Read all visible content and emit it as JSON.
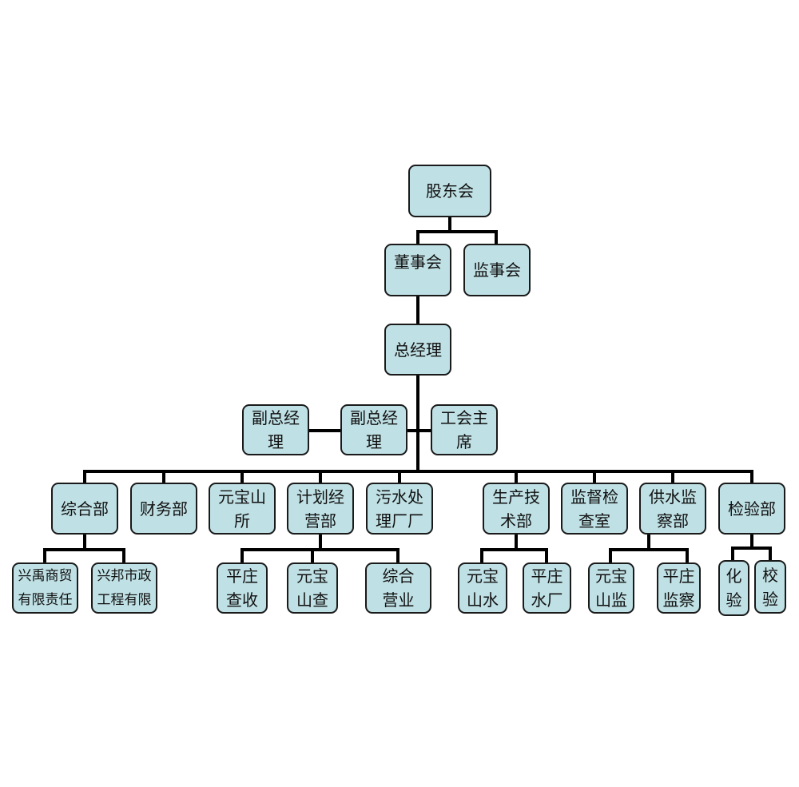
{
  "colors": {
    "box_fill": "#bfe0e4",
    "box_border": "#1a1a1a",
    "connector": "#000000"
  },
  "nodes": {
    "shareholders": "股东会",
    "board": "董事会",
    "supervisors": "监事会",
    "gm": "总经理",
    "vgm_left": "副总经\n理",
    "vgm_mid": "副总经\n理",
    "union": "工会主\n席",
    "general_dept": "综合部",
    "finance": "财务部",
    "yuanbaoshan_office": "元宝山\n所",
    "planning": "计划经\n营部",
    "sewage": "污水处\n理厂厂",
    "production_tech": "生产技\n术部",
    "supervision_inspection": "监督检\n查室",
    "water_supervision": "供水监\n察部",
    "testing": "检验部",
    "xingyu": "兴禹商贸\n有限责任",
    "xingbang": "兴邦市政\n工程有限",
    "pingzhuang_collect": "平庄\n查收",
    "yuanbao_check": "元宝\n山查",
    "general_business": "综合\n营业",
    "yuanbao_water": "元宝\n山水",
    "pingzhuang_plant": "平庄\n水厂",
    "yuanbao_monitor": "元宝\n山监",
    "pingzhuang_inspect": "平庄\n监察",
    "chem_test": "化\n验",
    "calibration": "校\n验"
  }
}
